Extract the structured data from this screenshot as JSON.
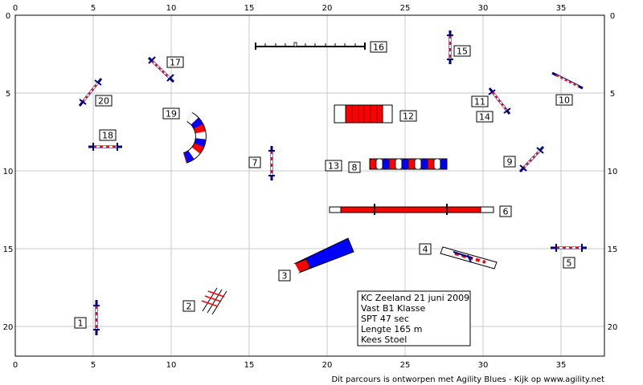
{
  "axes": {
    "x_ticks": [
      "0",
      "5",
      "10",
      "15",
      "20",
      "25",
      "30",
      "35"
    ],
    "y_ticks": [
      "0",
      "5",
      "10",
      "15",
      "20"
    ]
  },
  "obstacles": [
    {
      "num": "1",
      "kind": "jump"
    },
    {
      "num": "2",
      "kind": "weave-poles"
    },
    {
      "num": "3",
      "kind": "tunnel"
    },
    {
      "num": "4",
      "kind": "jump"
    },
    {
      "num": "5",
      "kind": "jump"
    },
    {
      "num": "6",
      "kind": "dog-walk"
    },
    {
      "num": "7",
      "kind": "jump"
    },
    {
      "num": "8",
      "kind": "tire-tunnel"
    },
    {
      "num": "9",
      "kind": "jump"
    },
    {
      "num": "10",
      "kind": "jump"
    },
    {
      "num": "11",
      "kind": "jump"
    },
    {
      "num": "12",
      "kind": "a-frame"
    },
    {
      "num": "13",
      "kind": "tire-tunnel"
    },
    {
      "num": "14",
      "kind": "jump"
    },
    {
      "num": "15",
      "kind": "jump"
    },
    {
      "num": "16",
      "kind": "weave-poles"
    },
    {
      "num": "17",
      "kind": "jump"
    },
    {
      "num": "18",
      "kind": "jump"
    },
    {
      "num": "19",
      "kind": "tunnel"
    },
    {
      "num": "20",
      "kind": "jump"
    }
  ],
  "info_box": {
    "line1": "KC Zeeland 21 juni 2009",
    "line2": "Vast B1 Klasse",
    "line3": "SPT 47 sec",
    "line4": "Lengte 165 m",
    "line5": "Kees Stoel"
  },
  "footer": "Dit parcours is ontworpen met Agility Blues - Kijk op www.agility.net",
  "colors": {
    "grid": "#c8c8c8",
    "red": "#ff0000",
    "blue": "#0000ff",
    "navy": "#000080"
  }
}
